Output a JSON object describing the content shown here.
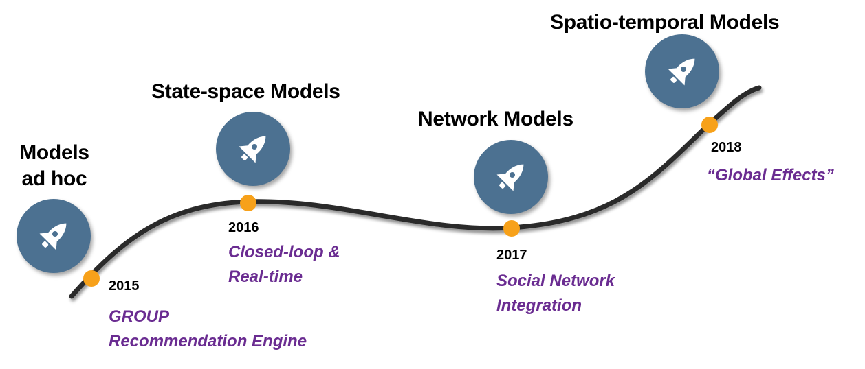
{
  "milestones": [
    {
      "title_lines": [
        "Models",
        "ad hoc"
      ],
      "year": "2015",
      "desc_lines": [
        "GROUP",
        "Recommendation Engine"
      ],
      "icon": "rocket-icon"
    },
    {
      "title_lines": [
        "State-space Models"
      ],
      "year": "2016",
      "desc_lines": [
        "Closed-loop &",
        "Real-time"
      ],
      "icon": "rocket-icon"
    },
    {
      "title_lines": [
        "Network Models"
      ],
      "year": "2017",
      "desc_lines": [
        "Social Network",
        "Integration"
      ],
      "icon": "rocket-icon"
    },
    {
      "title_lines": [
        "Spatio-temporal Models"
      ],
      "year": "2018",
      "desc_lines": [
        "“Global Effects”"
      ],
      "icon": "rocket-icon"
    }
  ],
  "colors": {
    "badge": "#4c7191",
    "dot": "#f7a11a",
    "description": "#6a2c91",
    "curve": "#2b2b2b"
  }
}
